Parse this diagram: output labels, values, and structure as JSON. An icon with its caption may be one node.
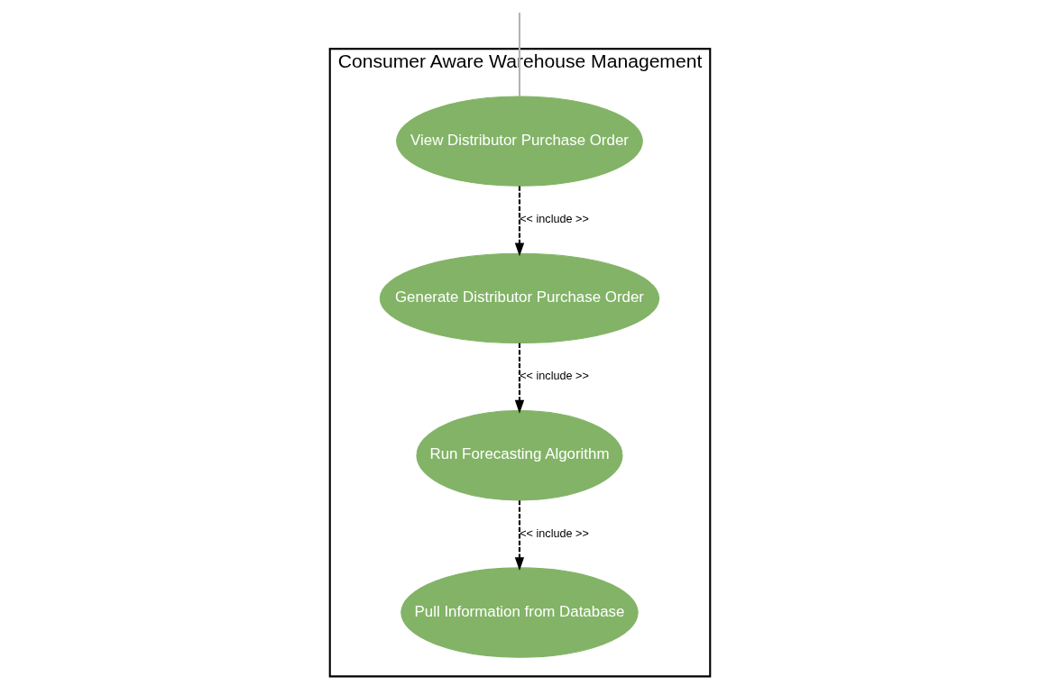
{
  "diagram": {
    "nodes": [
      {
        "text": [
          "Consumer Aware Warehouse Management"
        ]
      },
      {
        "text": [
          "View Distributor Purchase Order"
        ],
        "in": 0
      },
      {
        "text": [
          "Generate Distributor Purchase Order"
        ],
        "in": 0
      },
      {
        "text": [
          "Run Forecasting Algorithm"
        ],
        "in": 0
      },
      {
        "text": [
          "Pull Information from Database"
        ],
        "in": 0
      }
    ],
    "edges": [
      {
        "from": null,
        "to": 1,
        "arrow": "none",
        "color": "#b3b3b3"
      },
      {
        "from": 1,
        "to": 2,
        "arrow": "to",
        "style": "dashed",
        "label": "<< include >>"
      },
      {
        "from": 2,
        "to": 3,
        "arrow": "to",
        "style": "dashed",
        "label": "<< include >>"
      },
      {
        "from": 3,
        "to": 4,
        "arrow": "to",
        "style": "dashed",
        "label": "<< include >>"
      }
    ]
  }
}
